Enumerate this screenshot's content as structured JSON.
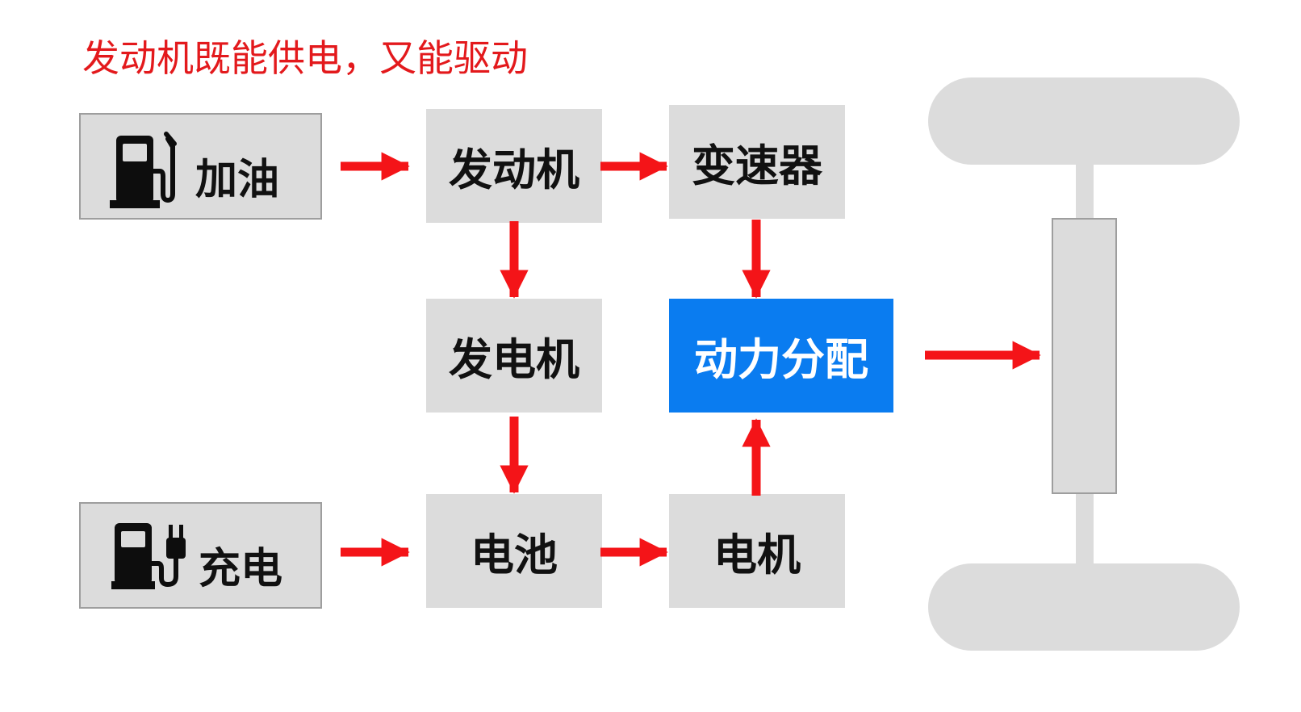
{
  "caption": "发动机既能供电，又能驱动",
  "nodes": {
    "refuel": "加油",
    "engine": "发动机",
    "gearbox": "变速器",
    "generator": "发电机",
    "power_split": "动力分配",
    "charge": "充电",
    "battery": "电池",
    "motor": "电机"
  },
  "icons": {
    "refuel": "fuel-pump-icon",
    "charge": "ev-charger-icon"
  },
  "colors": {
    "arrow": "#f41418",
    "caption": "#e3191c",
    "highlight": "#0a7cf0",
    "box": "#dcdcdc"
  }
}
